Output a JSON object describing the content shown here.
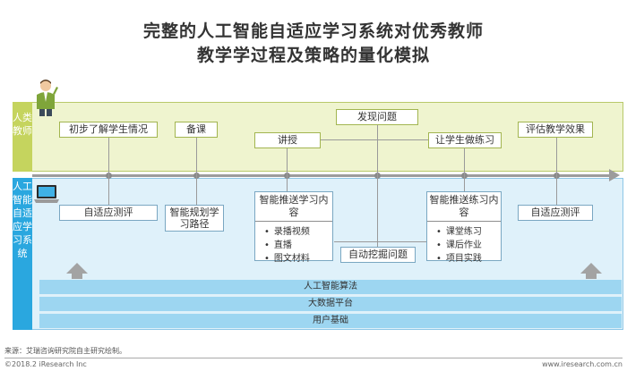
{
  "title": {
    "line1": "完整的人工智能自适应学习系统对优秀教师",
    "line2": "教学学过程及策略的量化模拟"
  },
  "lanes": {
    "teacher_label": "人类教师",
    "system_label": "人工智能自适应学习系统"
  },
  "teacher_steps": {
    "understand": "初步了解学生情况",
    "prepare": "备课",
    "teach": "讲授",
    "discover": "发现问题",
    "practice": "让学生做练习",
    "evaluate": "评估教学效果"
  },
  "system_steps": {
    "adaptive_test_1": "自适应测评",
    "path_planning": "智能规划学习路径",
    "push_content": {
      "title": "智能推送学习内容",
      "items": [
        "录播视频",
        "直播",
        "图文材料"
      ]
    },
    "mine_issues": "自动挖掘问题",
    "push_exercise": {
      "title": "智能推送练习内容",
      "items": [
        "课堂练习",
        "课后作业",
        "项目实践"
      ]
    },
    "adaptive_test_2": "自适应测评"
  },
  "layers": [
    "人工智能算法",
    "大数据平台",
    "用户基础"
  ],
  "footer": {
    "source": "来源：艾瑞咨询研究院自主研究绘制。",
    "copyright": "©2018.2 iResearch Inc",
    "site": "www.iresearch.com.cn"
  },
  "colors": {
    "teacher_band": "#eff4cf",
    "teacher_label": "#c5d45e",
    "system_band": "#dff1fa",
    "system_label": "#2aa7df",
    "layer": "#9dd6f1"
  }
}
